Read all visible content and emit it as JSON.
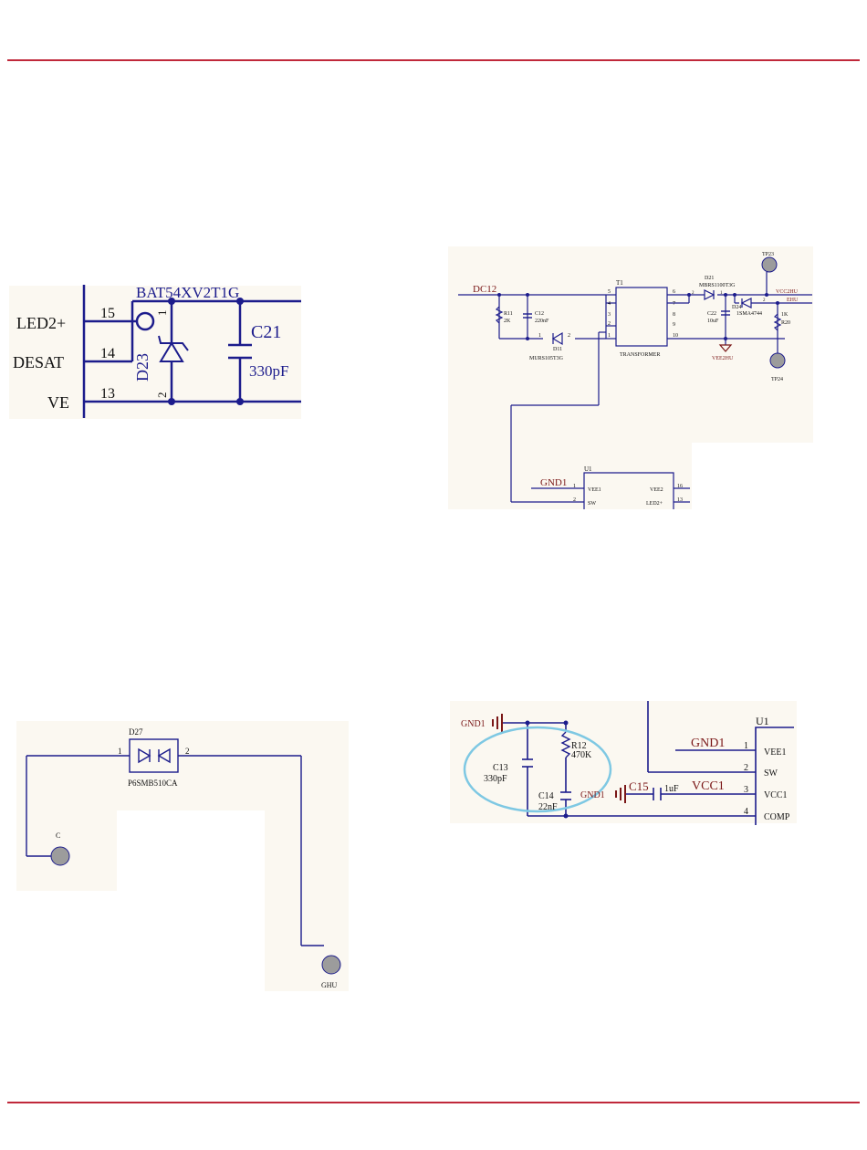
{
  "colors": {
    "wire": "#1c1c8c",
    "net_label": "#7a1717",
    "panel_bg": "#fbf8f1",
    "rule": "#c0283a",
    "highlight": "#7ec8e3",
    "node": "#1c1c8c"
  },
  "fig1": {
    "pin_labels": [
      "LED2+",
      "DESAT",
      "VE"
    ],
    "pin_numbers": [
      "15",
      "14",
      "13"
    ],
    "diode_part": "BAT54XV2T1G",
    "diode_ref": "D23",
    "diode_pin1": "1",
    "diode_pin2": "2",
    "cap_ref": "C21",
    "cap_value": "330pF"
  },
  "fig2": {
    "net_dc12": "DC12",
    "r11_ref": "R11",
    "r11_value": "2K",
    "c12_ref": "C12",
    "c12_value": "220nF",
    "d11_ref": "D11",
    "d11_part": "MURS105T3G",
    "d11_pin1": "1",
    "d11_pin2": "2",
    "t1_ref": "T1",
    "t1_part": "TRANSFORMER",
    "t1_left_pins": [
      "5",
      "4",
      "3",
      "2",
      "1"
    ],
    "t1_right_pins": [
      "6",
      "7",
      "8",
      "9",
      "10"
    ],
    "d21_ref": "D21",
    "d21_part": "MBRS1100T3G",
    "d21_pin2": "2",
    "d21_pin1": "1",
    "c22_ref": "C22",
    "c22_value": "10uF",
    "d24_ref": "D24",
    "d24_part": "1SMA4744",
    "d24_pin2": "2",
    "r20_value": "1K",
    "r20_ref": "R20",
    "net_vcc2hu": "VCC2HU",
    "net_ehu": "EHU",
    "net_vee2hu": "VEE2HU",
    "tp23": "TP23",
    "tp24": "TP24",
    "u1_ref": "U1",
    "net_gnd1": "GND1",
    "u1_left_pins": [
      {
        "num": "1",
        "name": "VEE1"
      },
      {
        "num": "2",
        "name": "SW"
      }
    ],
    "u1_right_pins": [
      {
        "num": "16",
        "name": "VEE2"
      },
      {
        "num": "13",
        "name": "LED2+"
      }
    ]
  },
  "fig3": {
    "d27_ref": "D27",
    "d27_part": "P6SMB510CA",
    "pin1": "1",
    "pin2": "2",
    "tp_c": "C",
    "tp_ghu": "GHU"
  },
  "fig4": {
    "gnd1_a": "GND1",
    "gnd1_b": "GND1",
    "gnd1_c": "GND1",
    "r12_ref": "R12",
    "r12_value": "470K",
    "c13_ref": "C13",
    "c13_value": "330pF",
    "c14_ref": "C14",
    "c14_value": "22nF",
    "c15_ref": "C15",
    "c15_value": "1uF",
    "net_vcc1": "VCC1",
    "u1_ref": "U1",
    "u1_pins": [
      {
        "num": "1",
        "name": "VEE1"
      },
      {
        "num": "2",
        "name": "SW"
      },
      {
        "num": "3",
        "name": "VCC1"
      },
      {
        "num": "4",
        "name": "COMP"
      }
    ]
  }
}
